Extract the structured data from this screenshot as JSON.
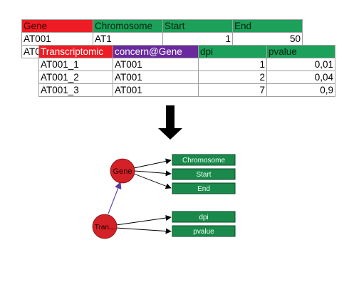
{
  "genes_table": {
    "headers": [
      "Gene",
      "Chromosome",
      "Start",
      "End"
    ],
    "row": [
      "AT001",
      "AT1",
      "1",
      "50"
    ],
    "row_overlap": "AT0"
  },
  "trans_table": {
    "headers": [
      "Transcriptomic",
      "concern@Gene",
      "dpi",
      "pvalue"
    ],
    "rows": [
      [
        "AT001_1",
        "AT001",
        "1",
        "0,01"
      ],
      [
        "AT001_2",
        "AT001",
        "2",
        "0,04"
      ],
      [
        "AT001_3",
        "AT001",
        "7",
        "0,9"
      ]
    ]
  },
  "graph": {
    "gene_node": "Gene",
    "trans_node": "Tran...",
    "gene_attrs": [
      "Chromosome",
      "Start",
      "End"
    ],
    "trans_attrs": [
      "dpi",
      "pvalue"
    ]
  },
  "colors": {
    "red_header": "#ee1c24",
    "green_header": "#1ca05a",
    "purple_header": "#6a2a9e",
    "node_red": "#d42027",
    "attr_box": "#1a8a4c",
    "edge_purple": "#5b3aa8"
  }
}
